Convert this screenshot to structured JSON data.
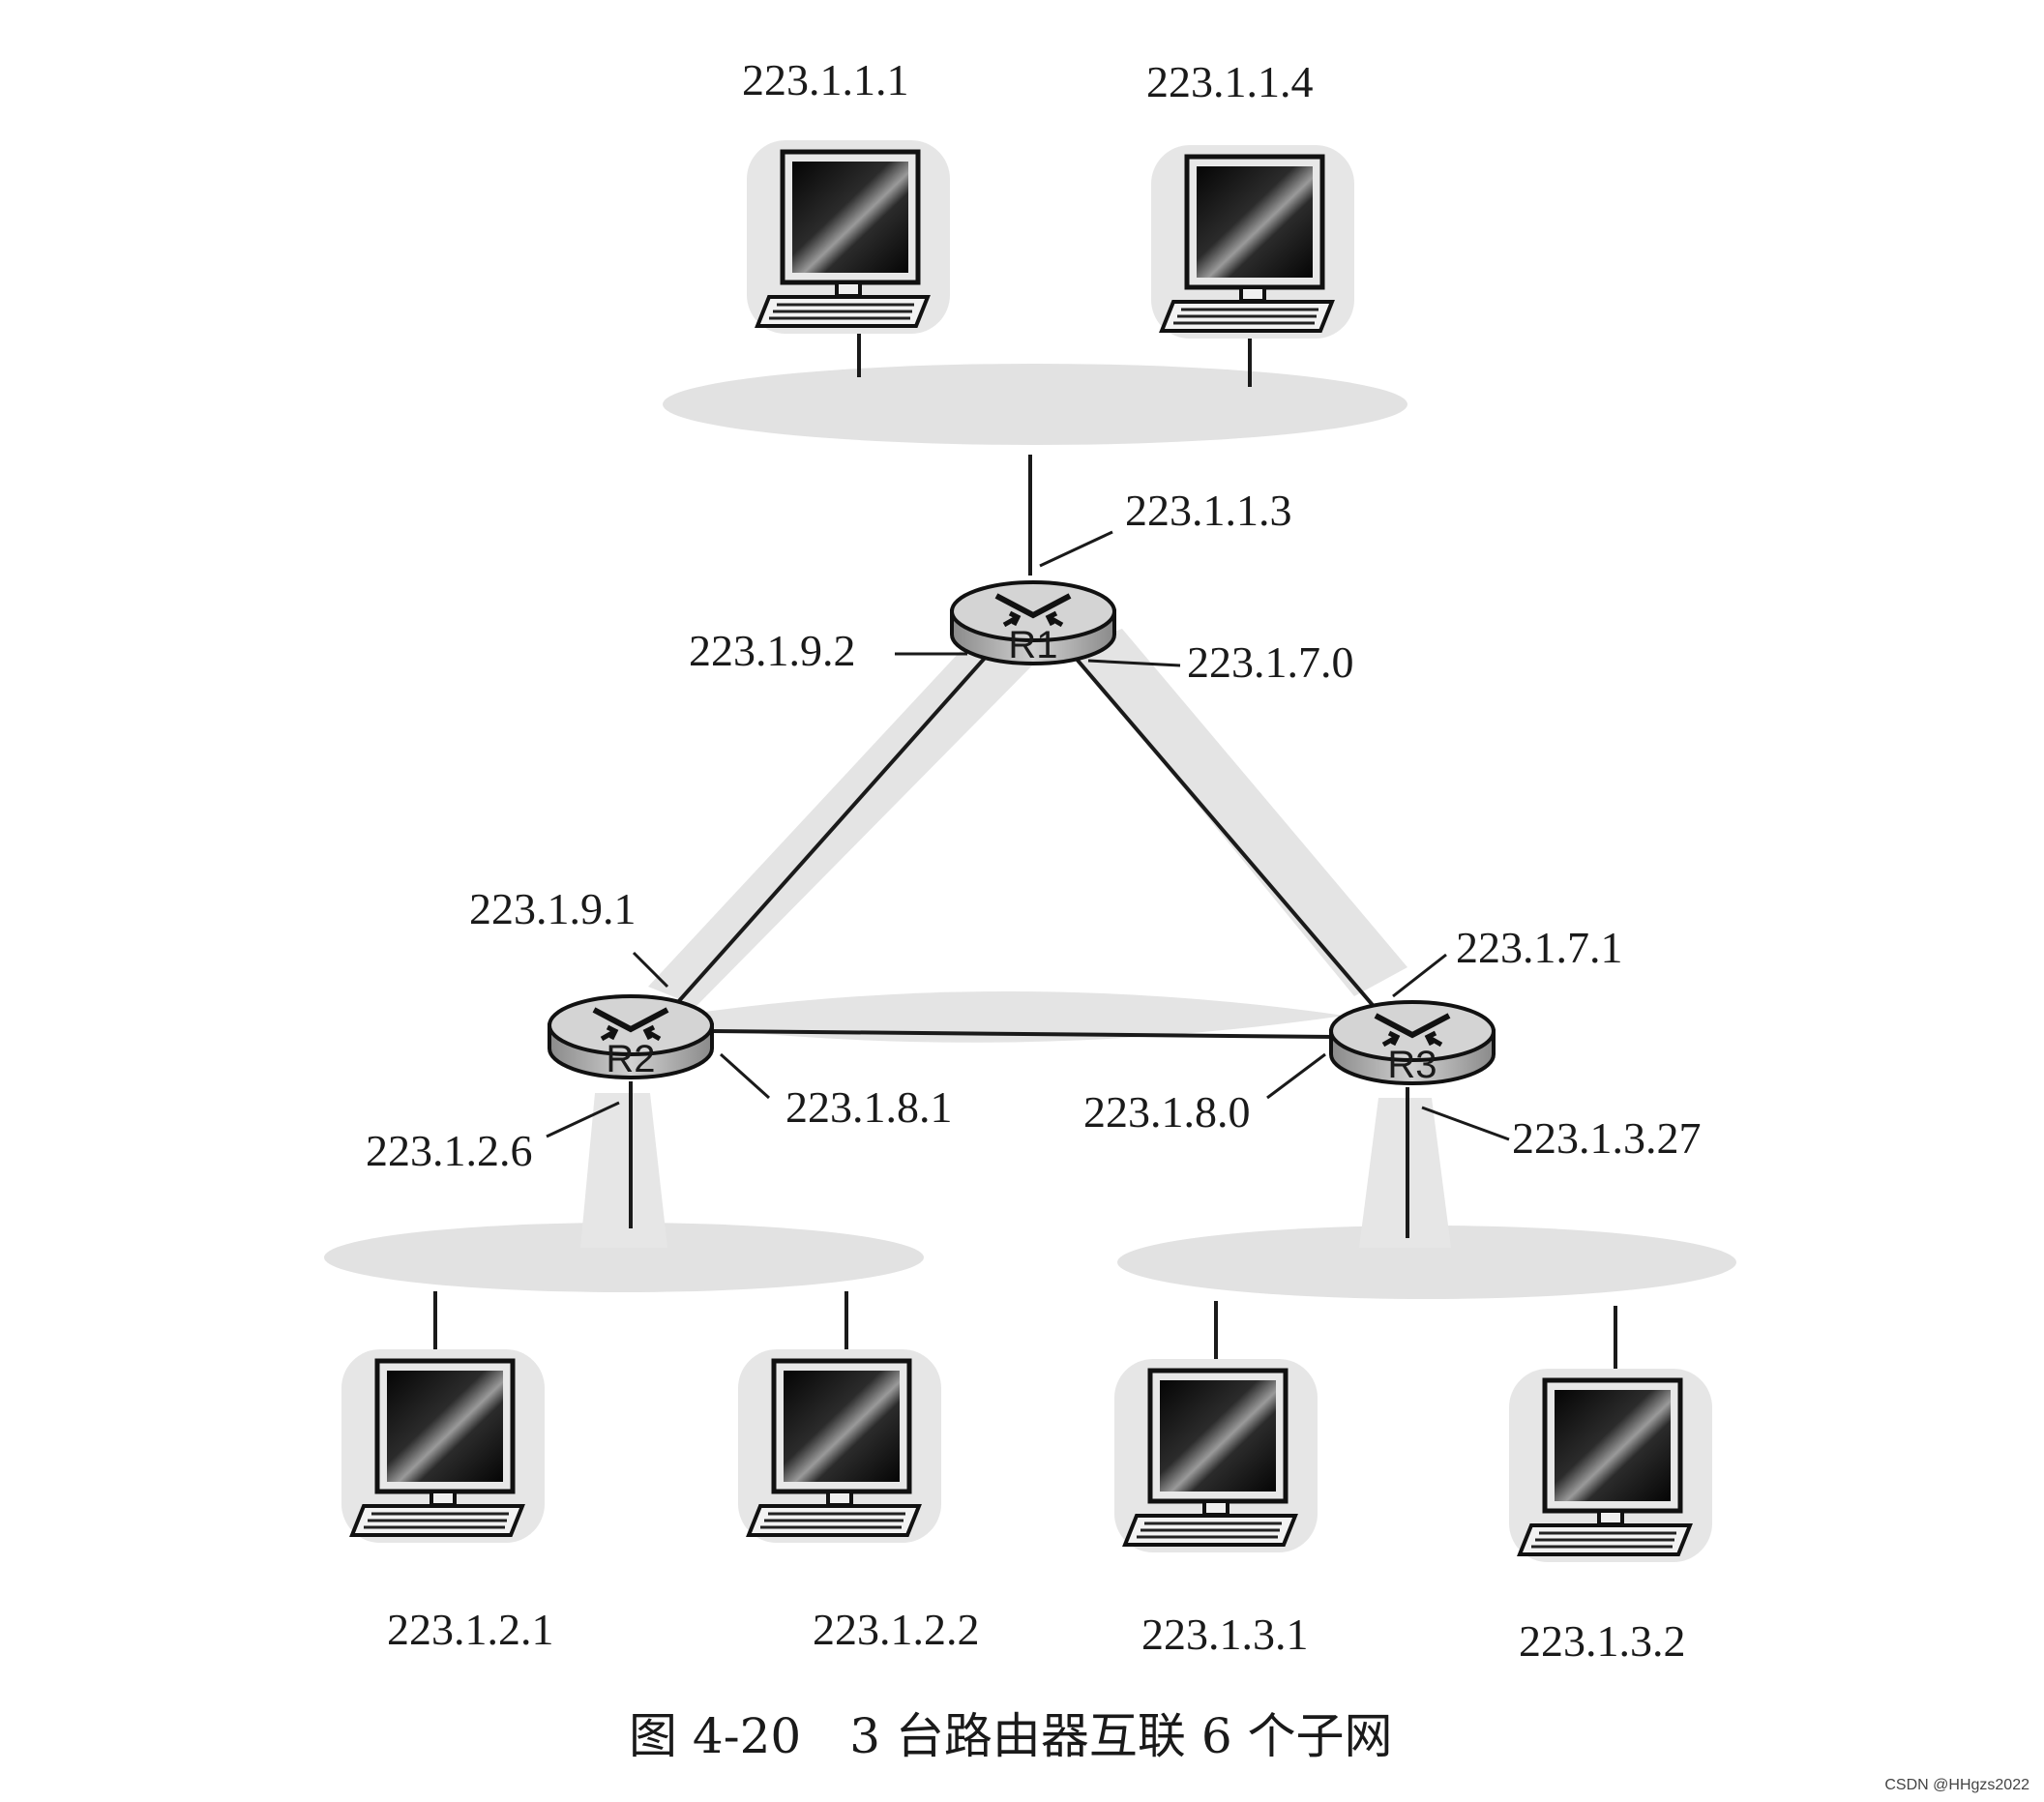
{
  "routers": {
    "r1": "R1",
    "r2": "R2",
    "r3": "R3"
  },
  "interfaces": {
    "r1_top": "223.1.1.3",
    "r1_left": "223.1.9.2",
    "r1_right": "223.1.7.0",
    "r2_top": "223.1.9.1",
    "r2_right": "223.1.8.1",
    "r2_bottom": "223.1.2.6",
    "r3_top": "223.1.7.1",
    "r3_left": "223.1.8.0",
    "r3_bottom": "223.1.3.27"
  },
  "hosts": {
    "top_left": "223.1.1.1",
    "top_right": "223.1.1.4",
    "bottom_1": "223.1.2.1",
    "bottom_2": "223.1.2.2",
    "bottom_3": "223.1.3.1",
    "bottom_4": "223.1.3.2"
  },
  "caption": "图 4-20　3 台路由器互联 6 个子网",
  "watermark": "CSDN @HHgzs2022",
  "icons": {
    "router": "router-icon",
    "host": "desktop-computer-icon"
  },
  "colors": {
    "subnet_shade": "#e2e2e2",
    "link": "#1a1a1a",
    "router_body": "#bcbcbc"
  }
}
